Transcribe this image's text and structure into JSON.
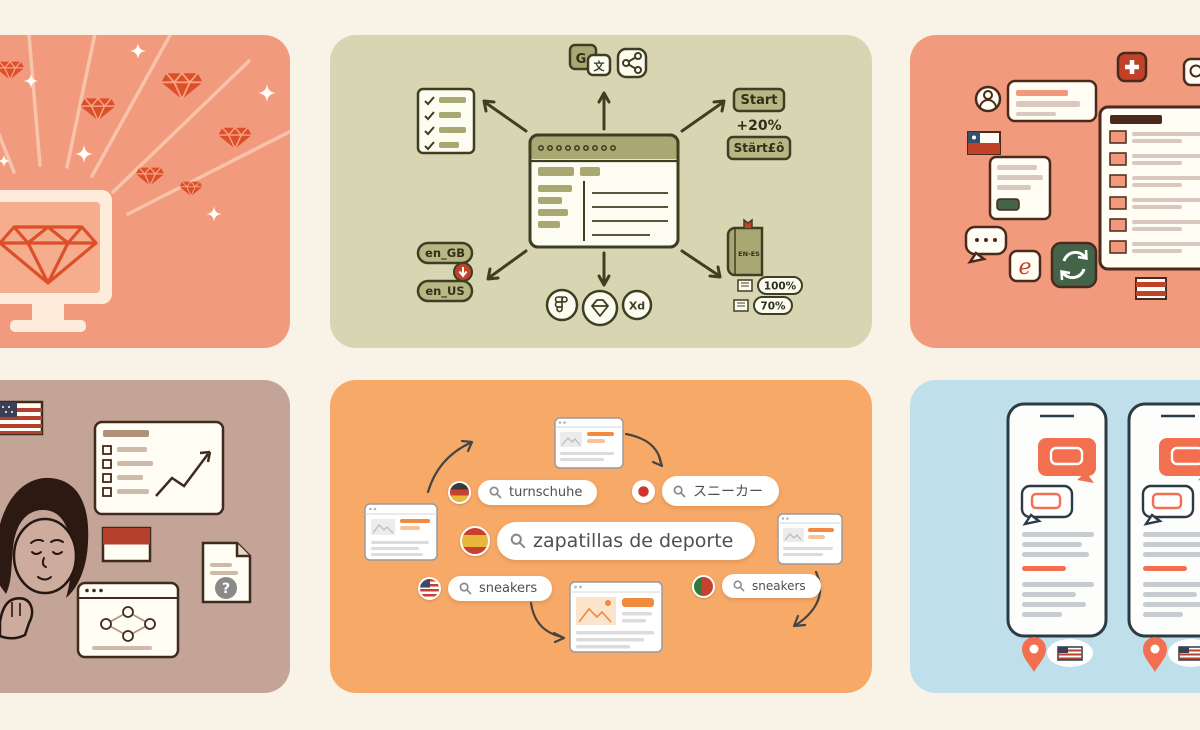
{
  "palette": {
    "page_background": "#f8f3e6",
    "coral_card": "#f29a7d",
    "olive_card": "#d8d5b2",
    "taupe_card": "#c4a496",
    "orange_card": "#f7a967",
    "blue_card": "#bfdfea",
    "gem_red": "#dc4f29",
    "accent_green": "#44644a",
    "chat_coral": "#f2704f"
  },
  "workflow_card": {
    "translate_icon_primary": "G",
    "translate_icon_secondary": "文",
    "start_label": "Start",
    "growth_label": "+20%",
    "start_localized_label": "Stärt£ô",
    "locale_source": "en_GB",
    "locale_target": "en_US",
    "xd_label": "Xd",
    "dictionary_label": "EN-ES",
    "match_full": "100%",
    "match_partial": "70%"
  },
  "exchange_card": {
    "script_letter": "e"
  },
  "research_card": {
    "question_mark": "?"
  },
  "search_card": {
    "queries": {
      "german": "turnschuhe",
      "japanese": "スニーカー",
      "spanish": "zapatillas de deporte",
      "english": "sneakers",
      "portuguese": "sneakers"
    }
  }
}
